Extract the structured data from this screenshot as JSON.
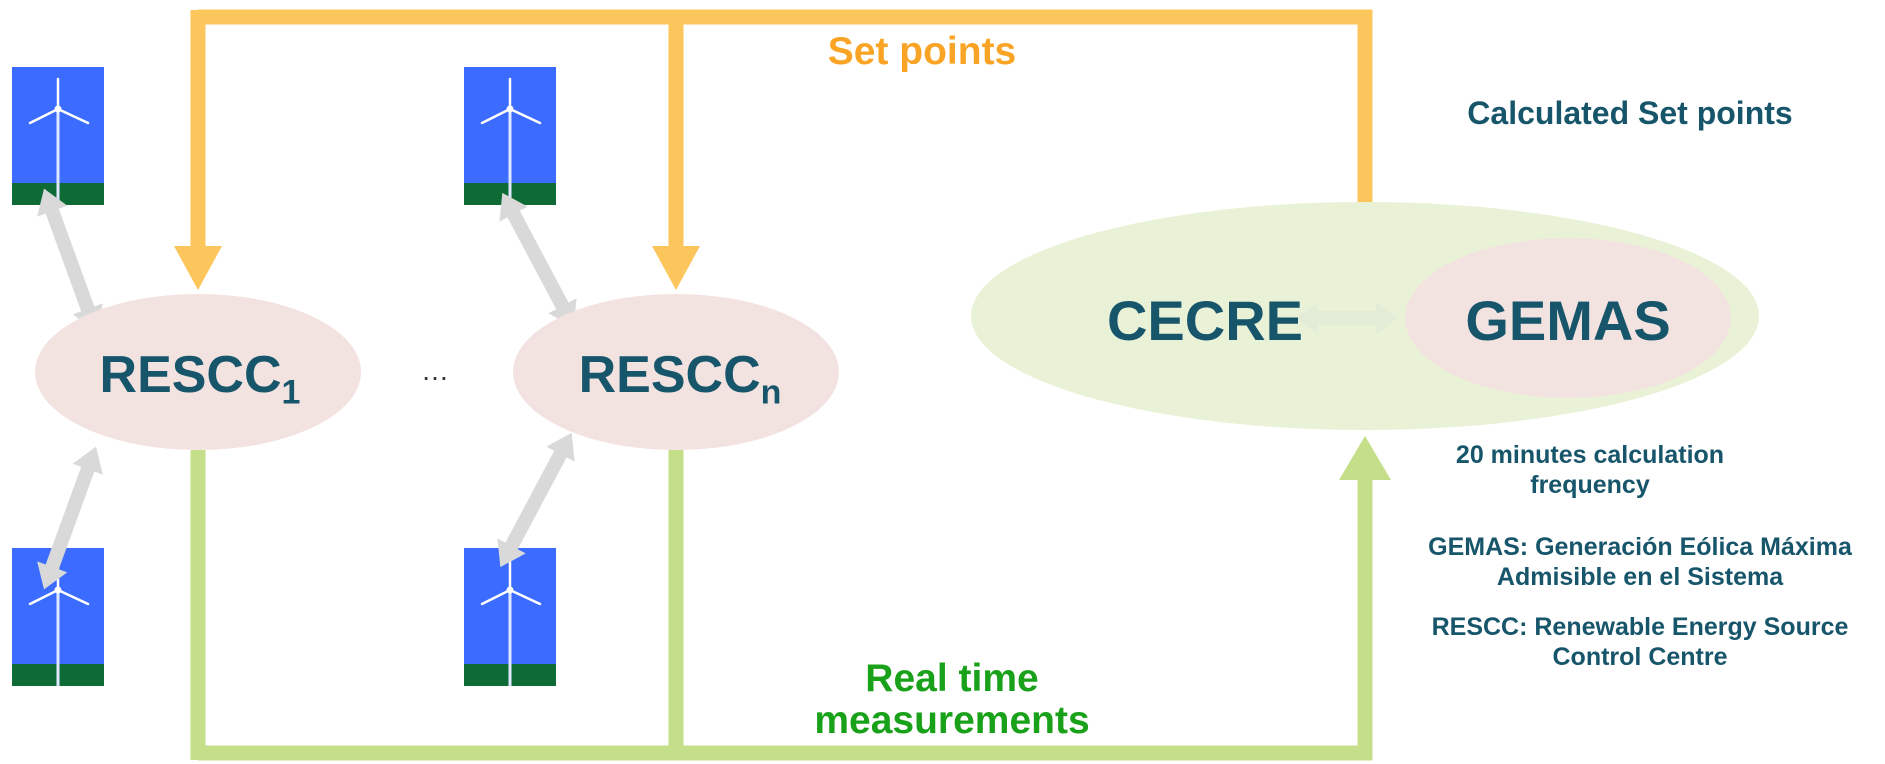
{
  "diagram": {
    "setpoints_label": "Set points",
    "realtime_label_line1": "Real time",
    "realtime_label_line2": "measurements",
    "calculated_label": "Calculated Set points",
    "rescc1_base": "RESCC",
    "rescc1_sub": "1",
    "rescc_ellipsis": "…",
    "resccn_base": "RESCC",
    "resccn_sub": "n",
    "cecre_label": "CECRE",
    "gemas_label": "GEMAS",
    "frequency_line1": "20 minutes calculation",
    "frequency_line2": "frequency",
    "gemas_def_line1": "GEMAS: Generación Eólica Máxima",
    "gemas_def_line2": "Admisible en el Sistema",
    "rescc_def_line1": "RESCC: Renewable Energy Source",
    "rescc_def_line2": "Control Centre",
    "colors": {
      "setpoint_line": "#fdc65d",
      "setpoint_text": "#f9a424",
      "measurement_line": "#c4de8a",
      "measurement_text": "#1aa11a",
      "node_text": "#17556b",
      "rescc_fill": "#f3e3e0",
      "cecre_fill": "#e9f2d6",
      "gemas_fill": "#f3e3e0",
      "turbine_sky": "#3b6cff",
      "turbine_ground": "#0e6b36",
      "link_arrow": "#d9d9d9"
    }
  }
}
